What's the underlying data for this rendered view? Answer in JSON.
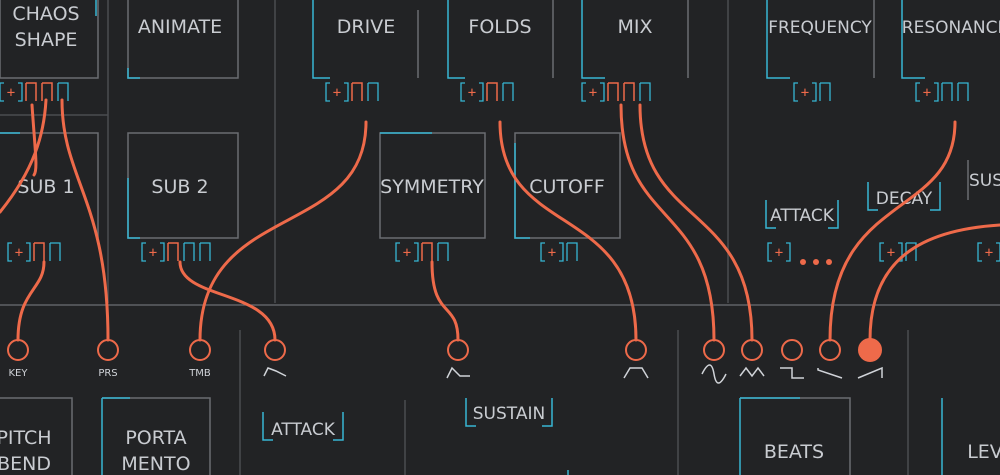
{
  "knobs": {
    "chaos_shape": "CHAOS\nSHAPE",
    "animate": "ANIMATE",
    "drive": "DRIVE",
    "folds": "FOLDS",
    "mix": "MIX",
    "frequency": "FREQUENCY",
    "resonance": "RESONANCE",
    "sub1": "SUB 1",
    "sub2": "SUB 2",
    "symmetry": "SYMMETRY",
    "cutoff": "CUTOFF",
    "attack_top": "ATTACK",
    "decay": "DECAY",
    "sus_partial": "SUS",
    "pitch_bend": "PITCH\nBEND",
    "portamento": "PORTA\nMENTO",
    "attack_bottom": "ATTACK",
    "sustain": "SUSTAIN",
    "beats": "BEATS",
    "level_partial": "LEV"
  },
  "mod_plus_symbol": "+",
  "jacks": {
    "key": "KEY",
    "prs": "PRS",
    "tmb": "TMB"
  },
  "colors": {
    "background": "#222325",
    "accent_cyan": "#37b6d3",
    "accent_orange": "#ee6a4a",
    "label": "#c9ccd1"
  },
  "icons": {
    "mod_add": "plus-bracket-icon",
    "envelope": "envelope-shape-icon",
    "sine": "sine-wave-icon",
    "square": "square-wave-icon",
    "saw_down": "saw-down-icon",
    "saw_up": "saw-up-icon"
  }
}
